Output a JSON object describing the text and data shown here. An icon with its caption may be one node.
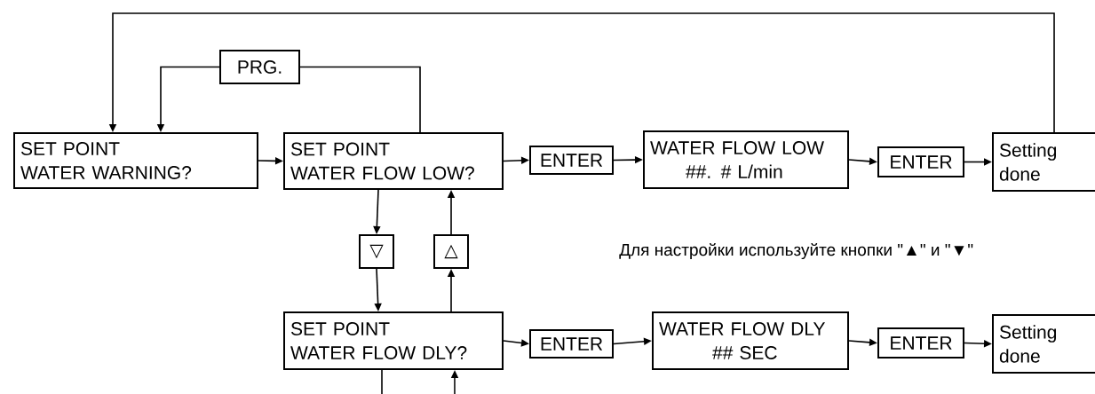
{
  "diagram": {
    "nodes": [
      {
        "text": [
          "SET POINT",
          "WATER WARNING?"
        ]
      },
      {
        "text": [
          "PRG."
        ]
      },
      {
        "text": [
          "SET POINT",
          "WATER FLOW LOW?"
        ]
      },
      {
        "text": [
          "ENTER"
        ]
      },
      {
        "text": [
          "WATER FLOW LOW",
          "##. # L/min"
        ]
      },
      {
        "text": [
          "ENTER"
        ]
      },
      {
        "text": [
          "Setting done"
        ]
      },
      {
        "text": [
          "▽"
        ]
      },
      {
        "text": [
          "△"
        ]
      },
      {
        "text": [
          "SET POINT",
          "WATER FLOW DLY?"
        ]
      },
      {
        "text": [
          "ENTER"
        ]
      },
      {
        "text": [
          "WATER FLOW DLY",
          "## SEC"
        ]
      },
      {
        "text": [
          "ENTER"
        ]
      },
      {
        "text": [
          "Setting done"
        ]
      }
    ],
    "edges": [
      {
        "from": 0,
        "to": 2,
        "arrow": "to"
      },
      {
        "from": 2,
        "to": 3,
        "arrow": "to"
      },
      {
        "from": 3,
        "to": 4,
        "arrow": "to"
      },
      {
        "from": 4,
        "to": 5,
        "arrow": "to"
      },
      {
        "from": 5,
        "to": 6,
        "arrow": "to"
      },
      {
        "from": 6,
        "to": 0,
        "arrow": "to"
      },
      {
        "from": 2,
        "to": 1,
        "arrow": "none"
      },
      {
        "from": 1,
        "to": 0,
        "arrow": "to"
      },
      {
        "from": 2,
        "to": 7,
        "arrow": "to"
      },
      {
        "from": 7,
        "to": 9,
        "arrow": "to"
      },
      {
        "from": 9,
        "to": 8,
        "arrow": "to"
      },
      {
        "from": 8,
        "to": 2,
        "arrow": "to"
      },
      {
        "from": 9,
        "to": 10,
        "arrow": "to"
      },
      {
        "from": 10,
        "to": 11,
        "arrow": "to"
      },
      {
        "from": 11,
        "to": 12,
        "arrow": "to"
      },
      {
        "from": 12,
        "to": 13,
        "arrow": "to"
      },
      {
        "from": 9,
        "to": null,
        "arrow": "none"
      },
      {
        "from": null,
        "to": 9,
        "arrow": "to"
      }
    ],
    "labels": [
      "Для настройки используйте кнопки \"▲\" и \"▼\""
    ]
  }
}
